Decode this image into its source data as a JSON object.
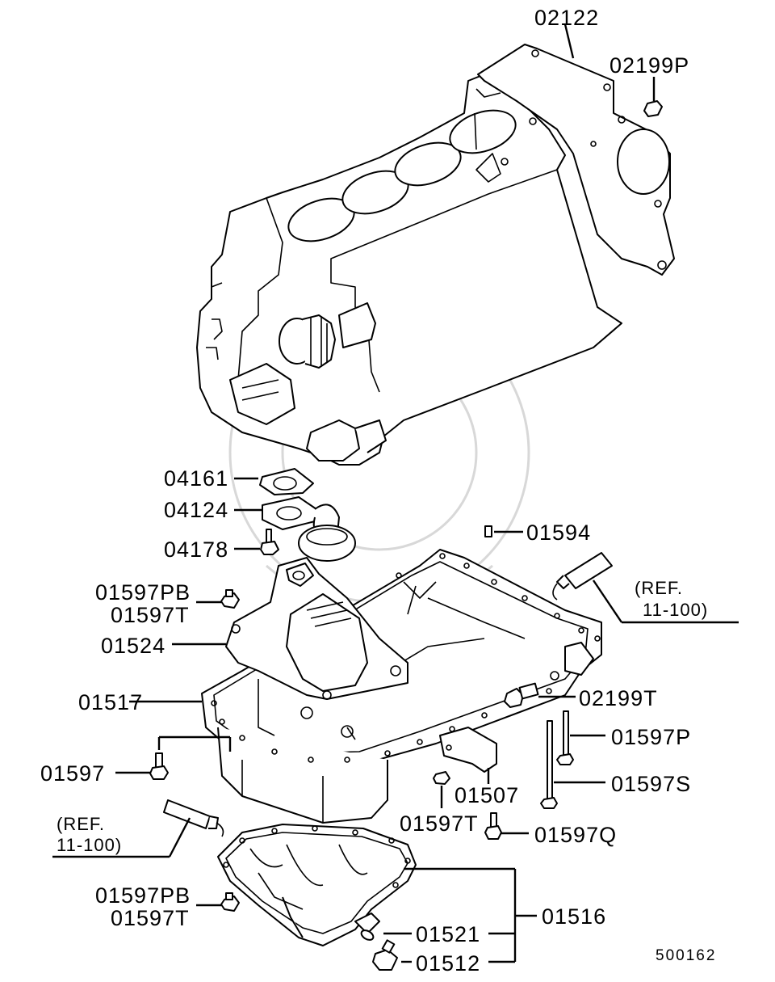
{
  "diagram_code": "500162",
  "labels": {
    "p02122": "02122",
    "p02199P": "02199P",
    "p04161": "04161",
    "p04124": "04124",
    "p04178": "04178",
    "p01594": "01594",
    "ref_upper_1": "(REF.",
    "ref_upper_2": "11-100)",
    "p01597PB_upper": "01597PB",
    "p01597T_upper": "01597T",
    "p01524": "01524",
    "p01517": "01517",
    "p02199T": "02199T",
    "p01597P": "01597P",
    "p01597": "01597",
    "p01507": "01507",
    "p01597S": "01597S",
    "ref_lower_1": "(REF.",
    "ref_lower_2": "11-100)",
    "p01597T_mid": "01597T",
    "p01597Q": "01597Q",
    "p01597PB_lower": "01597PB",
    "p01597T_lower": "01597T",
    "p01516": "01516",
    "p01521": "01521",
    "p01512": "01512"
  }
}
